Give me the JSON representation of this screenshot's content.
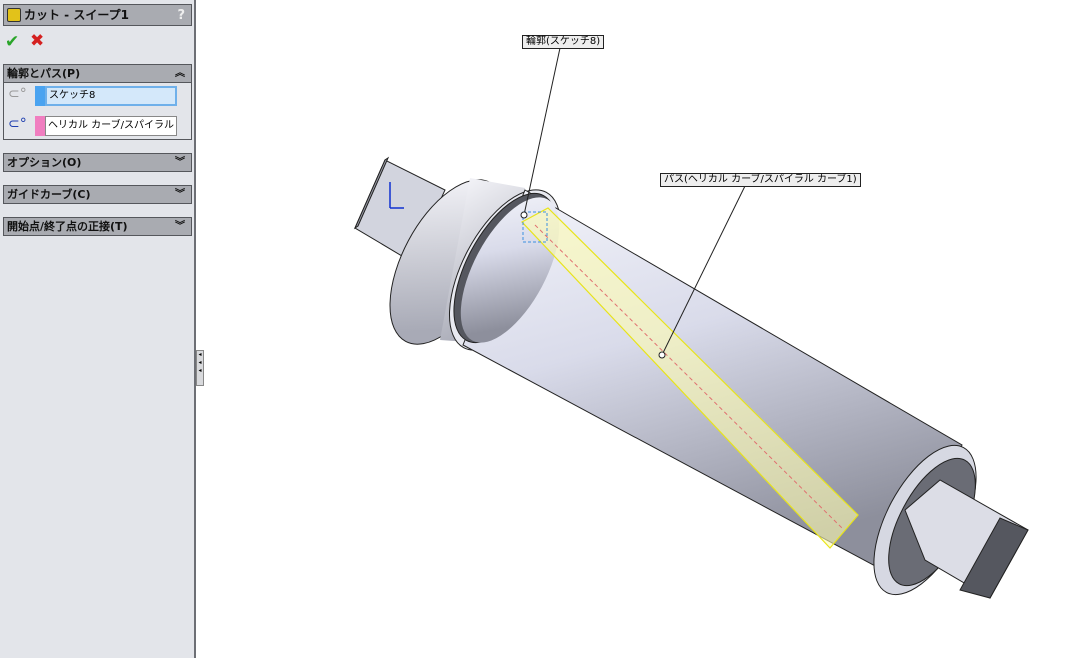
{
  "panel": {
    "title": "カット - スイープ1",
    "help": "?",
    "ok": "✔",
    "cancel": "✖",
    "sections": [
      {
        "label": "輪郭とパス(P)",
        "chevron": "︽"
      },
      {
        "label": "オプション(O)",
        "chevron": "︾"
      },
      {
        "label": "ガイドカーブ(C)",
        "chevron": "︾"
      },
      {
        "label": "開始点/終了点の正接(T)",
        "chevron": "︾"
      }
    ],
    "profile": {
      "value": "スケッチ8",
      "color": "#4aa3f0"
    },
    "path": {
      "value": "ヘリカル カーブ/スパイラル カーフ",
      "color": "#f07ec0"
    }
  },
  "viewport": {
    "profile_callout": "輪郭(スケッチ8)",
    "path_callout": "パス(ヘリカル カーブ/スパイラル カーブ1)"
  }
}
